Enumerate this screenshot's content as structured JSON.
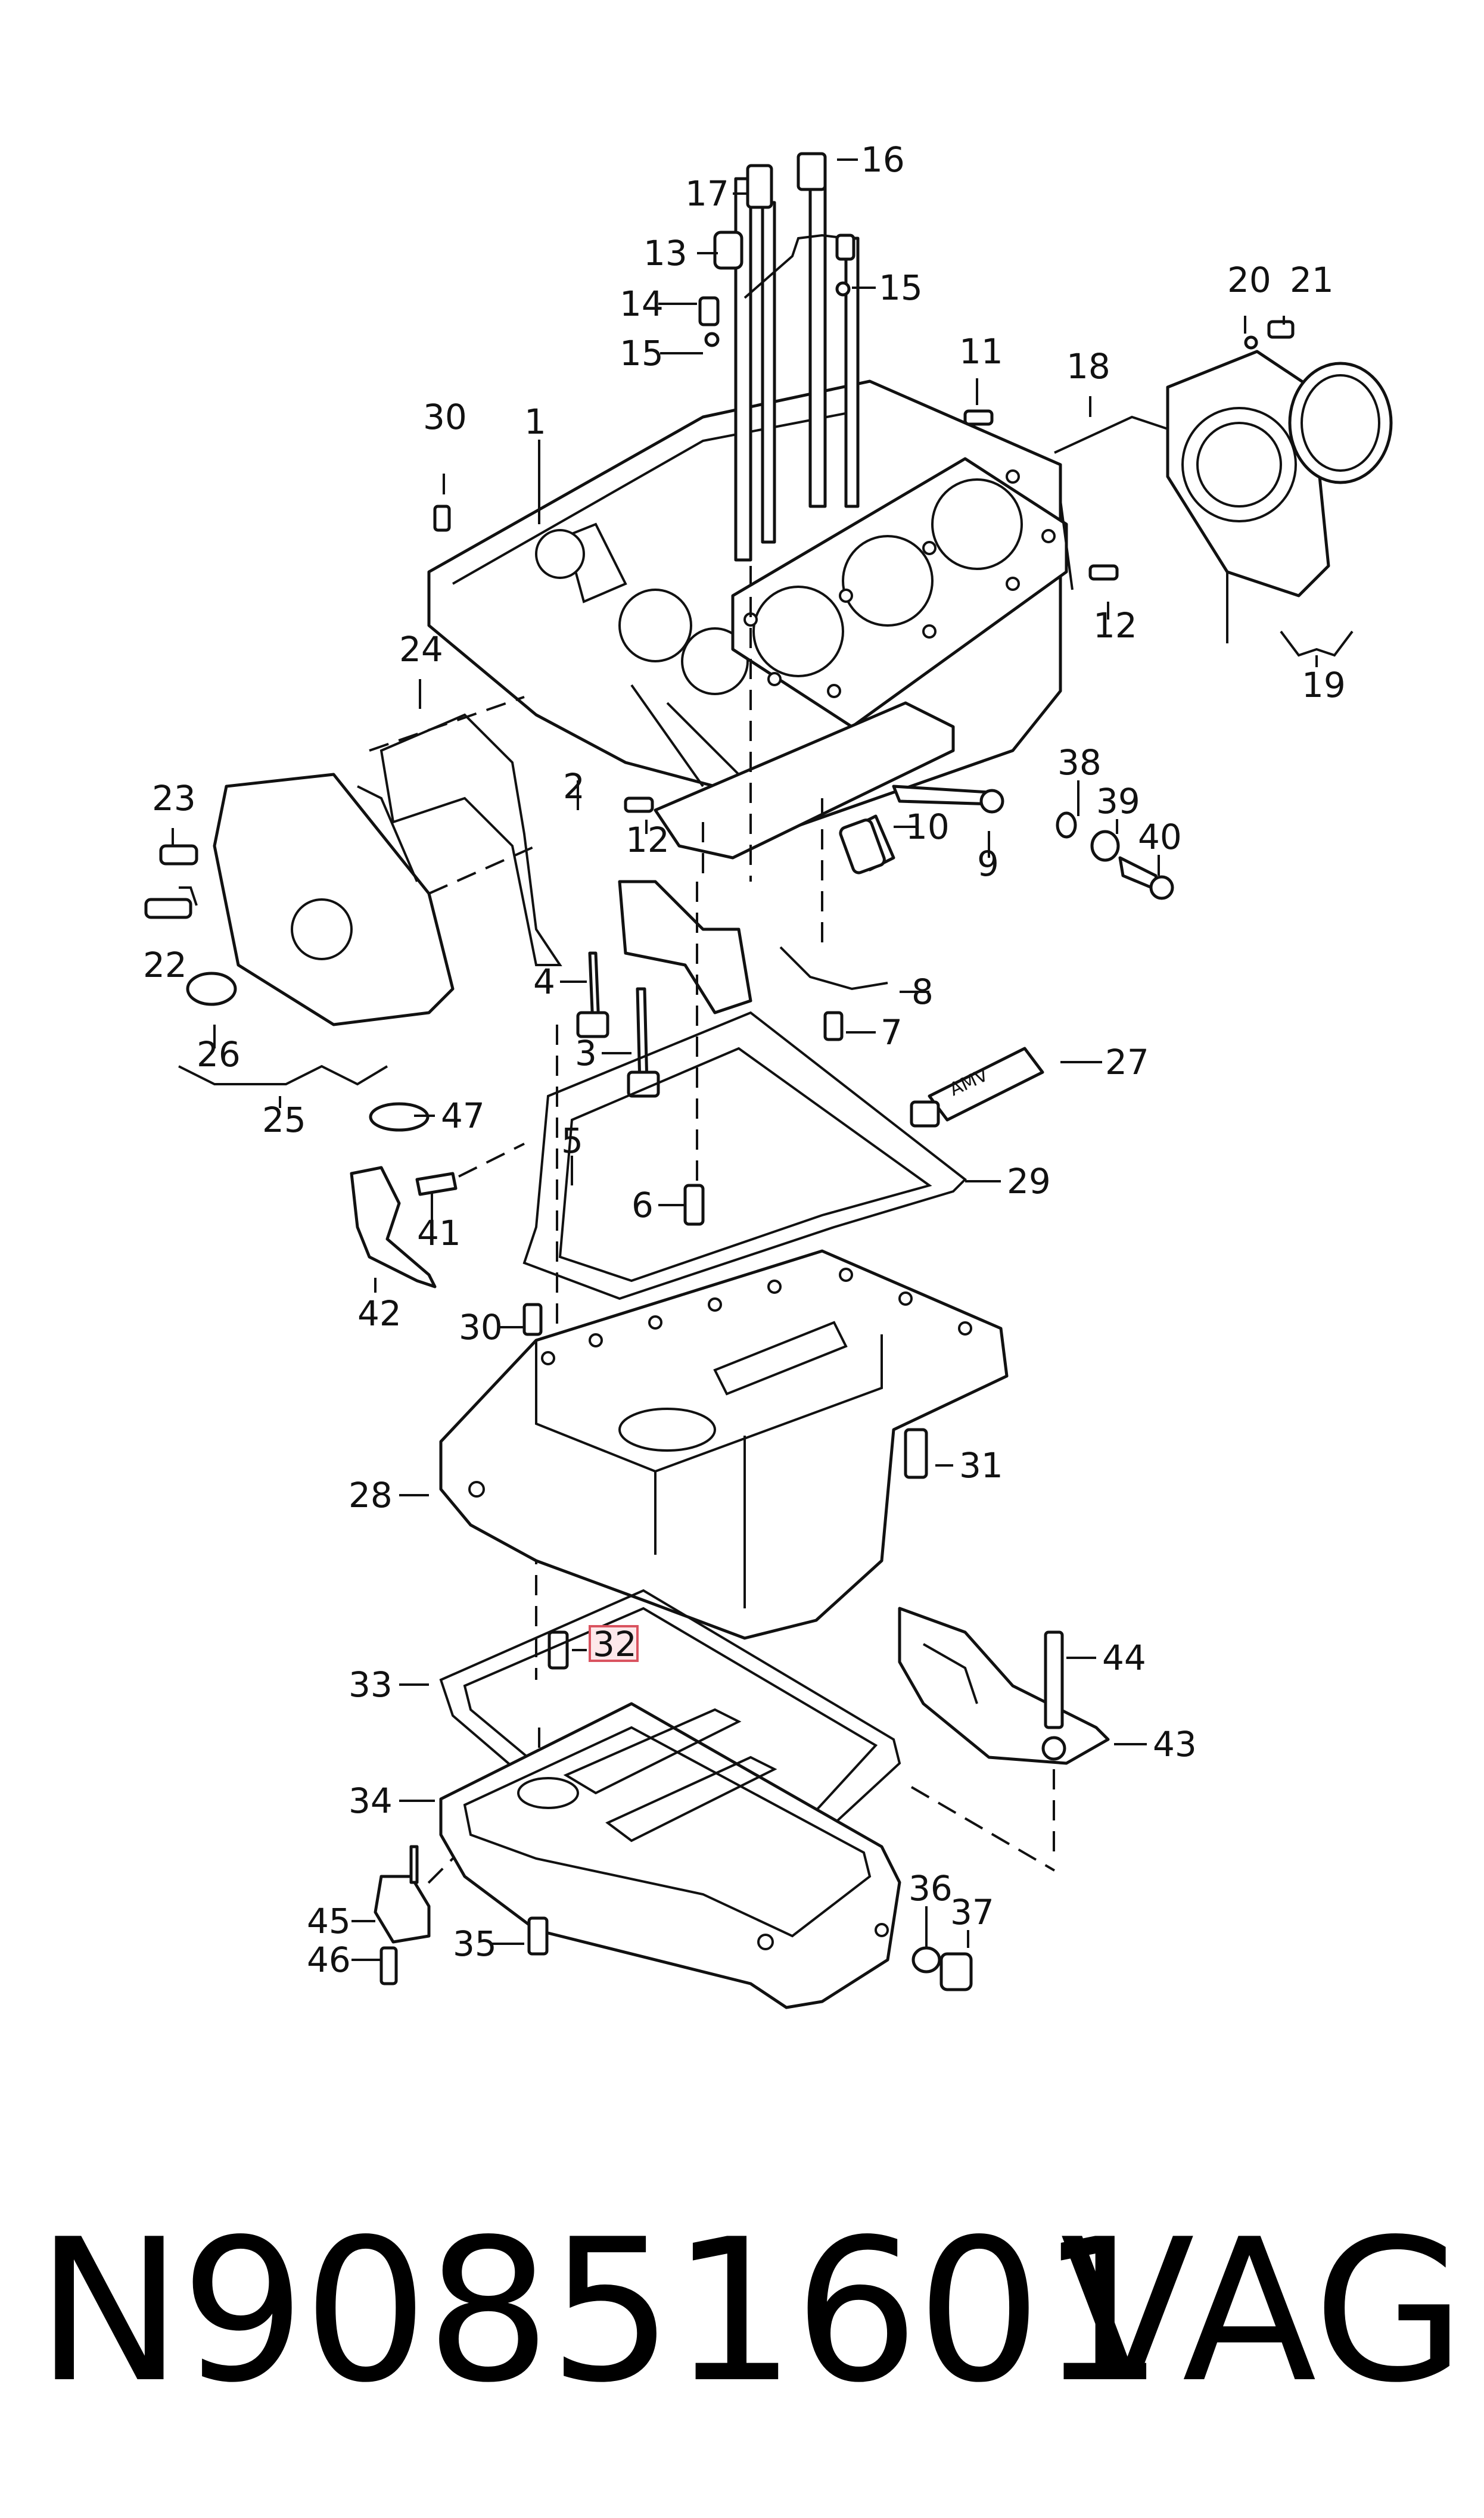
{
  "callouts": [
    "1",
    "2",
    "3",
    "4",
    "5",
    "6",
    "7",
    "8",
    "9",
    "10",
    "11",
    "12",
    "12",
    "13",
    "14",
    "15",
    "15",
    "16",
    "17",
    "18",
    "19",
    "20",
    "21",
    "22",
    "23",
    "24",
    "25",
    "26",
    "27",
    "28",
    "29",
    "30",
    "30",
    "31",
    "32",
    "33",
    "34",
    "35",
    "36",
    "37",
    "38",
    "39",
    "40",
    "41",
    "42",
    "43",
    "44",
    "45",
    "46",
    "47"
  ],
  "highlighted_callout": "32",
  "tube_label": "AMV",
  "footer": {
    "part_number": "N90851601",
    "brand": "VAG"
  },
  "colors": {
    "line": "#111111",
    "highlight_border": "#d9535f",
    "highlight_fill": "#fde8ea"
  }
}
